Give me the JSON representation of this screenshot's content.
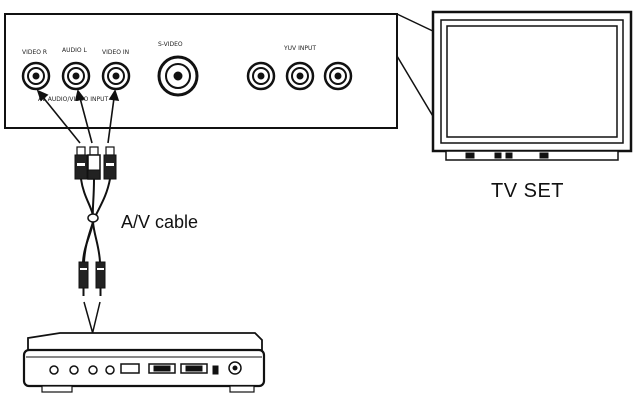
{
  "diagram": {
    "tv_label": "TV SET",
    "cable_label": "A/V cable",
    "panel_jack_labels": [
      "VIDEO R",
      "AUDIO L",
      "VIDEO IN",
      "S-VIDEO",
      "YUV INPUT"
    ],
    "panel_caption": "AV AUDIO/VIDEO INPUT"
  }
}
